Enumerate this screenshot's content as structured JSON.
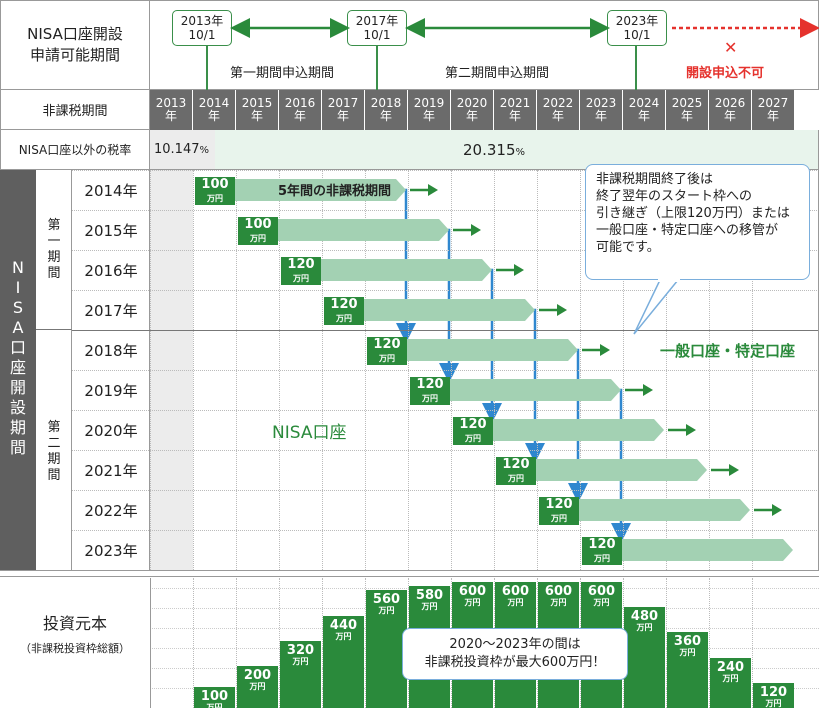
{
  "header": {
    "period_label": "NISA口座開設\n申請可能期間",
    "markers": [
      "2013年\n10/1",
      "2017年\n10/1",
      "2023年\n10/1"
    ],
    "first_period": "第一期間申込期間",
    "second_period": "第二期間申込期間",
    "not_allowed_mark": "✕",
    "not_allowed": "開設申込不可"
  },
  "tax_exempt_label": "非課税期間",
  "years": [
    "2013\n年",
    "2014\n年",
    "2015\n年",
    "2016\n年",
    "2017\n年",
    "2018\n年",
    "2019\n年",
    "2020\n年",
    "2021\n年",
    "2022\n年",
    "2023\n年",
    "2024\n年",
    "2025\n年",
    "2026\n年",
    "2027\n年"
  ],
  "tax_rate": {
    "label": "NISA口座以外の税率",
    "rate1": "10.147",
    "rate2": "20.315",
    "unit": "%"
  },
  "side": {
    "main": "NISA口座開設期間",
    "first": "第一期間",
    "second": "第二期間"
  },
  "rows": [
    {
      "year": "2014年",
      "amount": "100",
      "unit": "万円",
      "start": 1,
      "label": "5年間の非課税期間"
    },
    {
      "year": "2015年",
      "amount": "100",
      "unit": "万円",
      "start": 2
    },
    {
      "year": "2016年",
      "amount": "120",
      "unit": "万円",
      "start": 3
    },
    {
      "year": "2017年",
      "amount": "120",
      "unit": "万円",
      "start": 4
    },
    {
      "year": "2018年",
      "amount": "120",
      "unit": "万円",
      "start": 5
    },
    {
      "year": "2019年",
      "amount": "120",
      "unit": "万円",
      "start": 6
    },
    {
      "year": "2020年",
      "amount": "120",
      "unit": "万円",
      "start": 7
    },
    {
      "year": "2021年",
      "amount": "120",
      "unit": "万円",
      "start": 8
    },
    {
      "year": "2022年",
      "amount": "120",
      "unit": "万円",
      "start": 9
    },
    {
      "year": "2023年",
      "amount": "120",
      "unit": "万円",
      "start": 10
    }
  ],
  "callout": "非課税期間終了後は\n終了翌年のスタート枠への\n引き継ぎ（上限120万円）または\n一般口座・特定口座への移管が\n可能です。",
  "general_account": "一般口座・特定口座",
  "nisa_account": "NISA口座",
  "investment": {
    "label": "投資元本",
    "sublabel": "（非課税投資枠総額）",
    "unit": "万円",
    "values": [
      100,
      200,
      320,
      440,
      560,
      580,
      600,
      600,
      600,
      600,
      480,
      360,
      240,
      120
    ],
    "note": "2020〜2023年の間は\n非課税投資枠が最大600万円！"
  },
  "colors": {
    "green": "#2a8a3b",
    "lightgreen": "#a3d1b3",
    "arrow_blue": "#2f87cf",
    "red": "#e5322d"
  }
}
